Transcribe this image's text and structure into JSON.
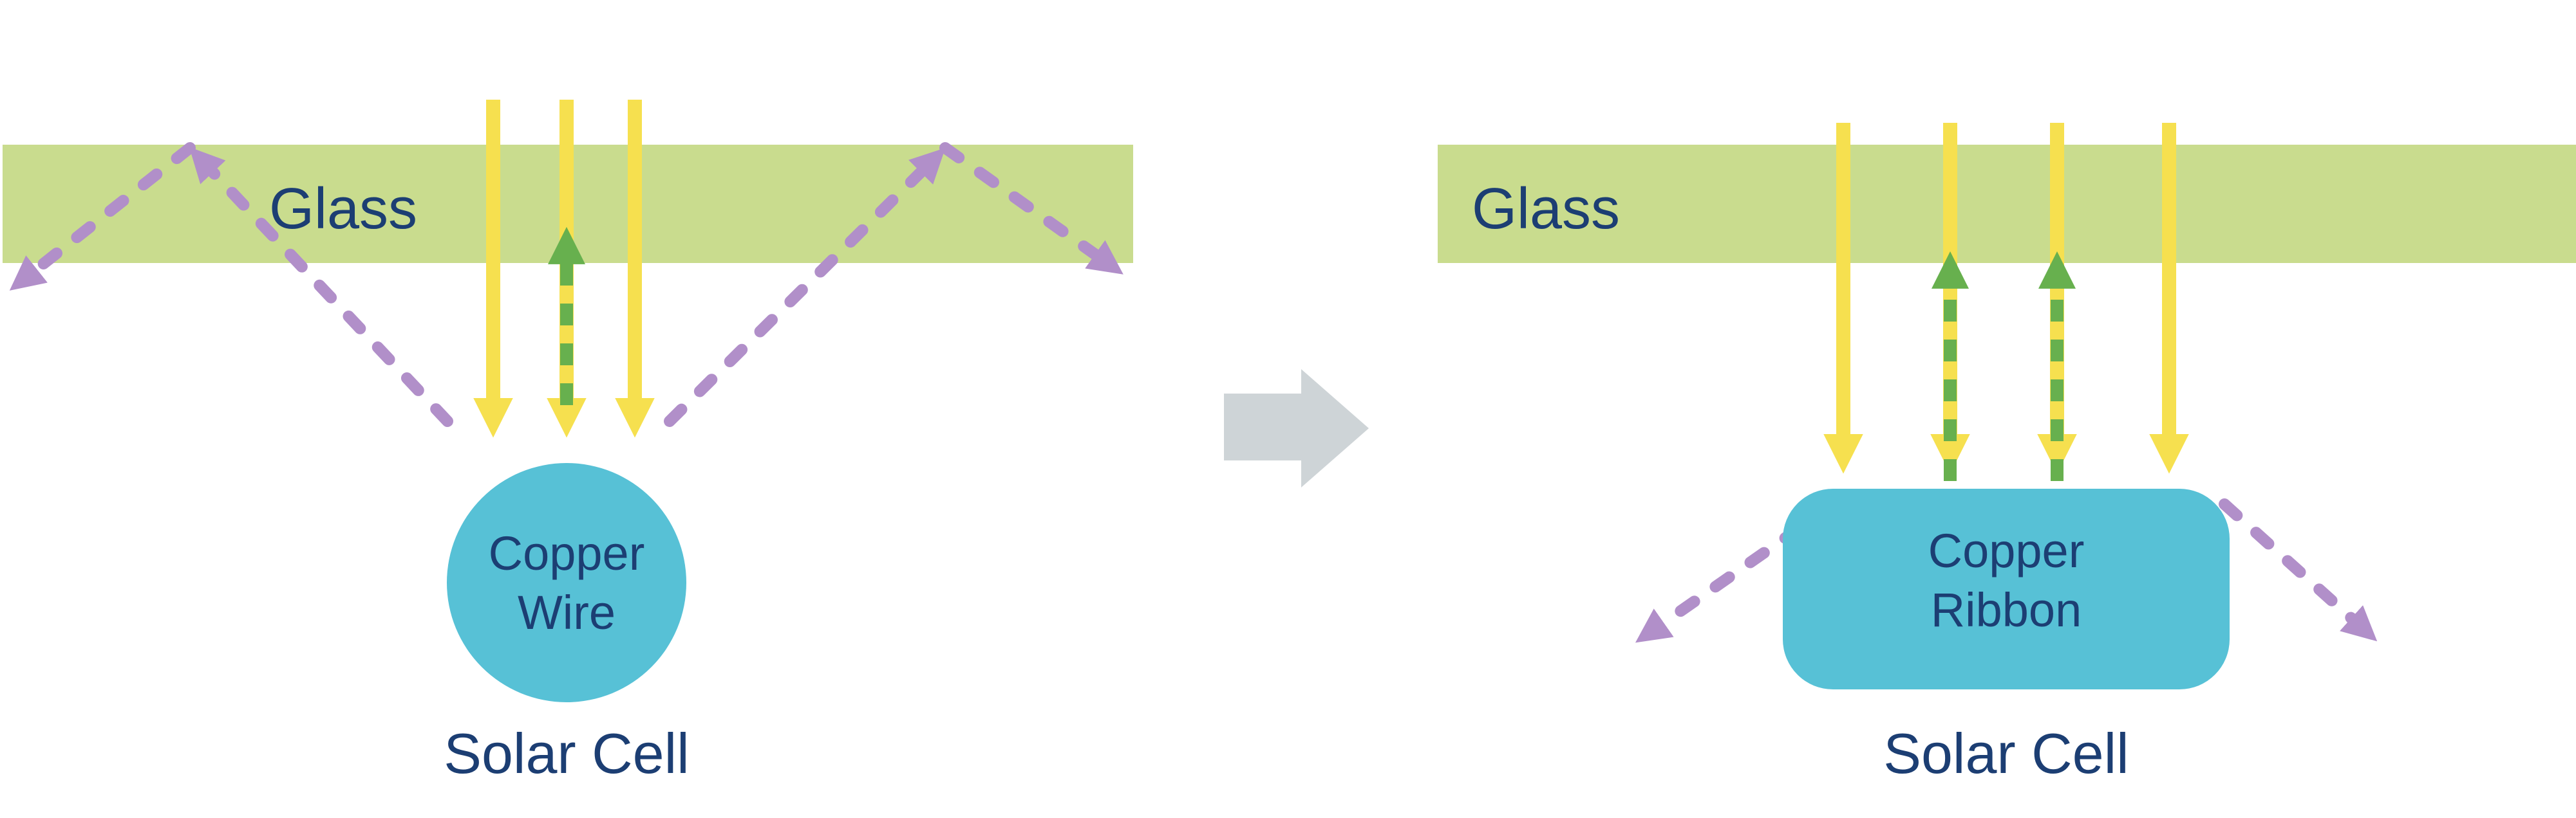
{
  "figure": {
    "before": {
      "glass_label": "Glass",
      "component_line1": "Copper",
      "component_line2": "Wire",
      "cell_label": "Solar Cell"
    },
    "after": {
      "glass_label": "Glass",
      "component_line1": "Copper",
      "component_line2": "Ribbon",
      "cell_label": "Solar Cell"
    },
    "colors": {
      "glass": "#c9dc8e",
      "label_text": "#1c3e73",
      "incident_light": "#f6e04f",
      "reflected_light": "#67b04e",
      "scattered_light": "#b18fc9",
      "copper": "#57c1d6",
      "transition_arrow": "#ced4d7",
      "background": "#ffffff"
    }
  }
}
